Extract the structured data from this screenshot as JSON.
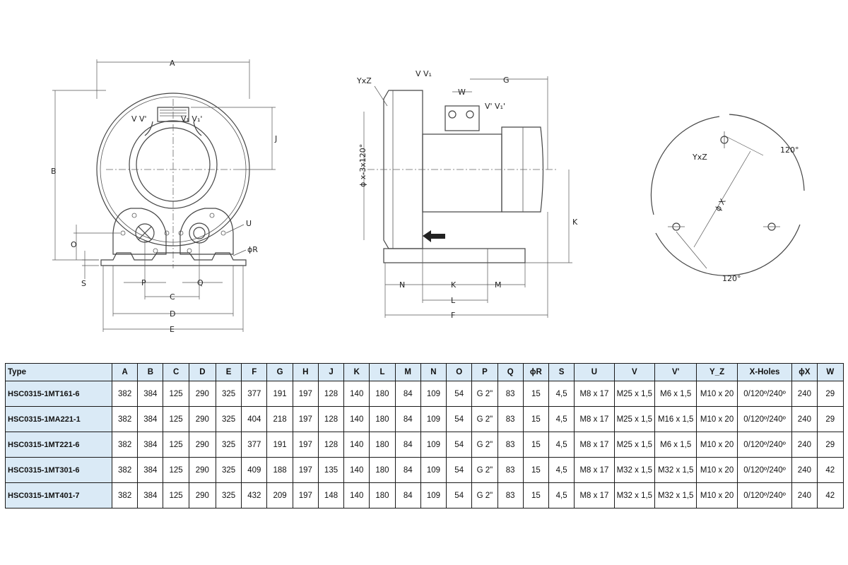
{
  "drawing": {
    "front_view": {
      "dims": [
        "A",
        "B",
        "J",
        "O",
        "S",
        "P",
        "Q",
        "C",
        "D",
        "E",
        "U",
        "ϕR"
      ],
      "ports_left": "V V'",
      "ports_right": "V₁ V₁'"
    },
    "side_view": {
      "dims": [
        "G",
        "W",
        "K",
        "N",
        "M",
        "L",
        "F"
      ],
      "yz": "YxZ",
      "ports": "V V₁",
      "ports_right": "V' V₁'",
      "holes": "ϕ x-3x120°"
    },
    "flange_view": {
      "yz": "YxZ",
      "diam": "ϕ X",
      "angle1": "120°",
      "angle2": "120°"
    }
  },
  "table": {
    "headers": [
      "Type",
      "A",
      "B",
      "C",
      "D",
      "E",
      "F",
      "G",
      "H",
      "J",
      "K",
      "L",
      "M",
      "N",
      "O",
      "P",
      "Q",
      "ϕR",
      "S",
      "U",
      "V",
      "V'",
      "Y_Z",
      "X-Holes",
      "ϕX",
      "W"
    ],
    "rows": [
      [
        "HSC0315-1MT161-6",
        "382",
        "384",
        "125",
        "290",
        "325",
        "377",
        "191",
        "197",
        "128",
        "140",
        "180",
        "84",
        "109",
        "54",
        "G 2\"",
        "83",
        "15",
        "4,5",
        "M8 x 17",
        "M25 x 1,5",
        "M6 x 1,5",
        "M10 x 20",
        "0/120º/240º",
        "240",
        "29"
      ],
      [
        "HSC0315-1MA221-1",
        "382",
        "384",
        "125",
        "290",
        "325",
        "404",
        "218",
        "197",
        "128",
        "140",
        "180",
        "84",
        "109",
        "54",
        "G 2\"",
        "83",
        "15",
        "4,5",
        "M8 x 17",
        "M25 x 1,5",
        "M16 x 1,5",
        "M10 x 20",
        "0/120º/240º",
        "240",
        "29"
      ],
      [
        "HSC0315-1MT221-6",
        "382",
        "384",
        "125",
        "290",
        "325",
        "377",
        "191",
        "197",
        "128",
        "140",
        "180",
        "84",
        "109",
        "54",
        "G 2\"",
        "83",
        "15",
        "4,5",
        "M8 x 17",
        "M25 x 1,5",
        "M6 x 1,5",
        "M10 x 20",
        "0/120º/240º",
        "240",
        "29"
      ],
      [
        "HSC0315-1MT301-6",
        "382",
        "384",
        "125",
        "290",
        "325",
        "409",
        "188",
        "197",
        "135",
        "140",
        "180",
        "84",
        "109",
        "54",
        "G 2\"",
        "83",
        "15",
        "4,5",
        "M8 x 17",
        "M32 x 1,5",
        "M32 x 1,5",
        "M10 x 20",
        "0/120º/240º",
        "240",
        "42"
      ],
      [
        "HSC0315-1MT401-7",
        "382",
        "384",
        "125",
        "290",
        "325",
        "432",
        "209",
        "197",
        "148",
        "140",
        "180",
        "84",
        "109",
        "54",
        "G 2\"",
        "83",
        "15",
        "4,5",
        "M8 x 17",
        "M32 x 1,5",
        "M32 x 1,5",
        "M10 x 20",
        "0/120º/240º",
        "240",
        "42"
      ]
    ]
  }
}
